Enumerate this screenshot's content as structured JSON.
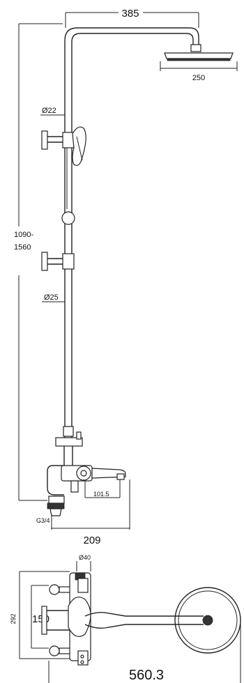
{
  "dimensions": {
    "top_width": "385",
    "head_diameter": "250",
    "upper_pipe": "Ø22",
    "height_line1": "1090-",
    "height_line2": "1560",
    "riser_pipe": "Ø25",
    "spout_offset": "101.5",
    "inlet_thread": "G3/4",
    "bottom_width": "209",
    "plan_diameter": "Ø40",
    "plan_depth": "292",
    "plan_centers": "150",
    "plan_length": "560.3"
  }
}
